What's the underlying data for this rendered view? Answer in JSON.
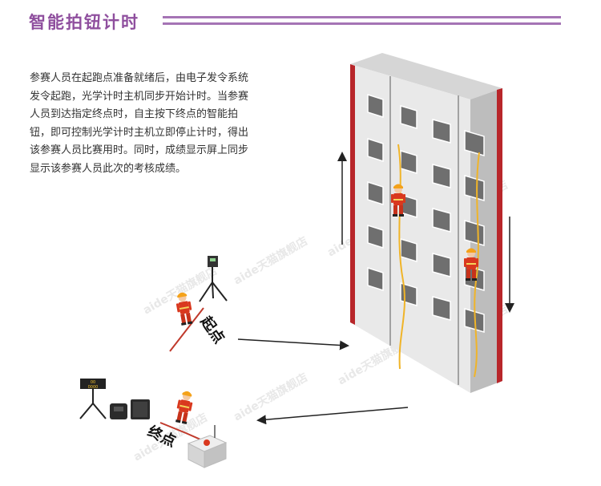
{
  "title": "智能拍钮计时",
  "description": [
    "参赛人员在起跑点准备就绪后，由电子发令系统",
    "发令起跑，光学计时主机同步开始计时。当参赛",
    "人员到达指定终点时，自主按下终点的智能拍",
    "钮，即可控制光学计时主机立即停止计时，得出",
    "该参赛人员比赛用时。同时，成绩显示屏上同步",
    "显示该参赛人员此次的考核成绩。"
  ],
  "ground_labels": {
    "start": "起点",
    "finish": "终点"
  },
  "display_board": {
    "line1": "00",
    "line2": "0000"
  },
  "watermark": "aide天猫旗舰店",
  "colors": {
    "title": "#8f4f9e",
    "rule": "#a574b5",
    "wall_red": "#b8262a",
    "rope": "#f0b428",
    "firefighter": "#d9381e",
    "helmet": "#f4a21a",
    "wall_front": "#e8e8e8",
    "wall_side": "#c4c4c4"
  },
  "icons": [
    "arrow-up-icon",
    "arrow-down-icon",
    "arrow-right-icon",
    "arrow-left-icon",
    "firefighter-icon",
    "tripod-icon"
  ]
}
